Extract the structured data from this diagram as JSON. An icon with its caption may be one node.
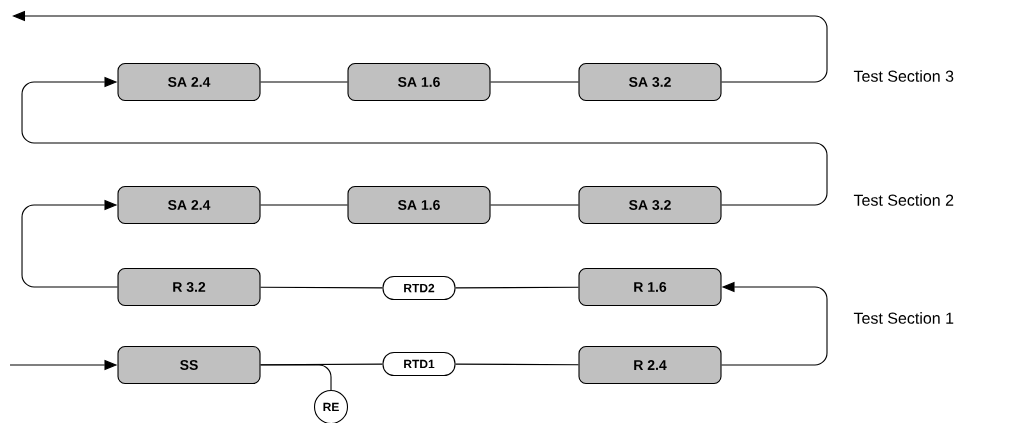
{
  "diagram": {
    "nodes": [
      {
        "text": [
          "SA 2.4"
        ]
      },
      {
        "text": [
          "SA 1.6"
        ]
      },
      {
        "text": [
          "SA 3.2"
        ]
      },
      {
        "text": [
          "SA 2.4"
        ]
      },
      {
        "text": [
          "SA 1.6"
        ]
      },
      {
        "text": [
          "SA 3.2"
        ]
      },
      {
        "text": [
          "R 3.2"
        ]
      },
      {
        "text": [
          "RTD2"
        ]
      },
      {
        "text": [
          "R 1.6"
        ]
      },
      {
        "text": [
          "SS"
        ]
      },
      {
        "text": [
          "RTD1"
        ]
      },
      {
        "text": [
          "R 2.4"
        ]
      },
      {
        "text": [
          "RE"
        ]
      }
    ],
    "edges": [
      {
        "from": null,
        "to": 9,
        "arrow": "to"
      },
      {
        "from": 9,
        "to": 10,
        "arrow": "none"
      },
      {
        "from": 9,
        "to": 12,
        "arrow": "none"
      },
      {
        "from": 10,
        "to": 11,
        "arrow": "none"
      },
      {
        "from": 11,
        "to": 8,
        "arrow": "to"
      },
      {
        "from": 8,
        "to": 7,
        "arrow": "none"
      },
      {
        "from": 7,
        "to": 6,
        "arrow": "none"
      },
      {
        "from": 6,
        "to": 3,
        "arrow": "to"
      },
      {
        "from": 3,
        "to": 4,
        "arrow": "none"
      },
      {
        "from": 4,
        "to": 5,
        "arrow": "none"
      },
      {
        "from": 5,
        "to": 0,
        "arrow": "to"
      },
      {
        "from": 0,
        "to": 1,
        "arrow": "none"
      },
      {
        "from": 1,
        "to": 2,
        "arrow": "none"
      },
      {
        "from": 2,
        "to": null,
        "arrow": "to"
      }
    ],
    "labels": [
      "Test Section 3",
      "Test Section 2",
      "Test Section 1"
    ]
  }
}
